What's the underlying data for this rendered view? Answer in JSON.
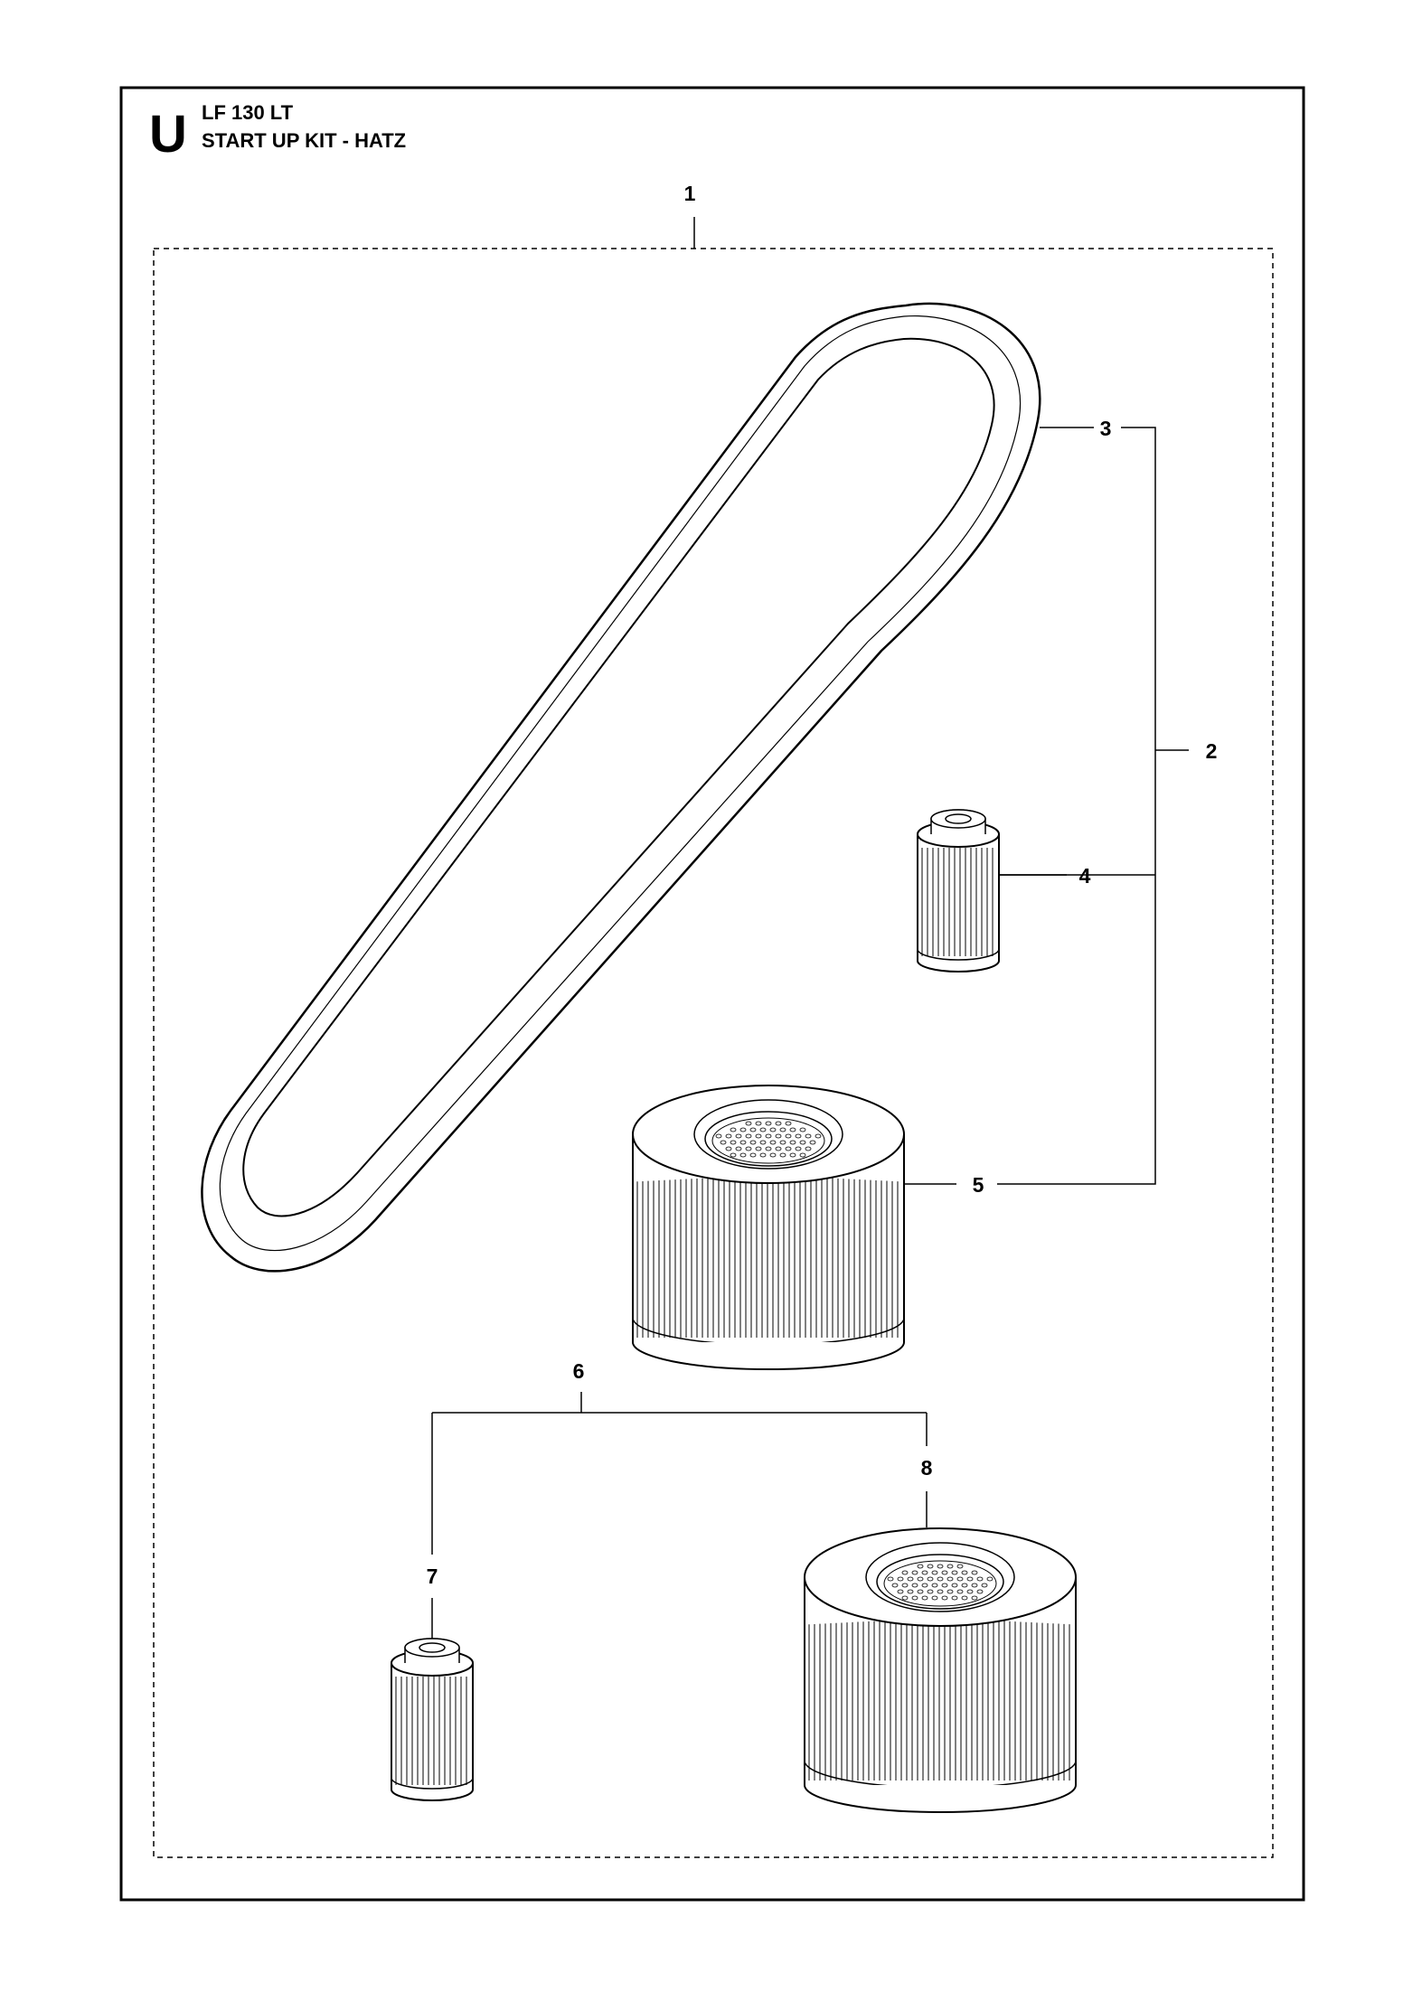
{
  "header": {
    "section_letter": "U",
    "model": "LF 130 LT",
    "kit_name": "START UP KIT - HATZ"
  },
  "callouts": {
    "kit": "1",
    "group_a": "2",
    "v_belt": "3",
    "fuel_filter_a": "4",
    "air_filter_a": "5",
    "group_b": "6",
    "fuel_filter_b": "7",
    "air_filter_b": "8"
  }
}
